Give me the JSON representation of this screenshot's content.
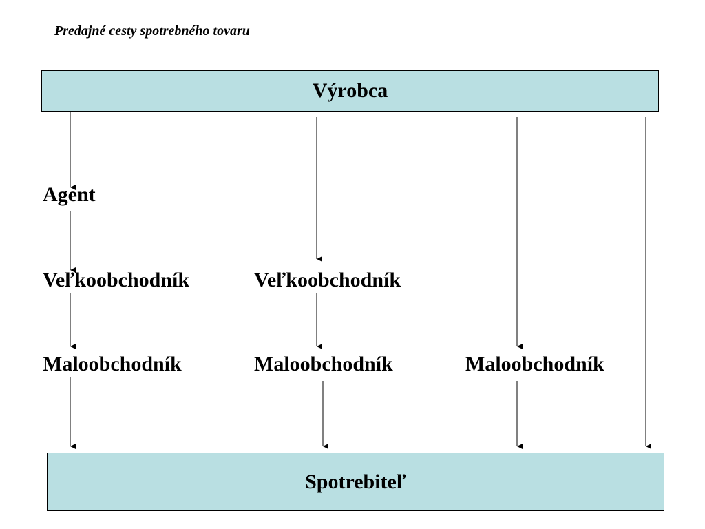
{
  "title": "Predajné cesty spotrebného tovaru",
  "colors": {
    "box_fill": "#b9dfe2",
    "line": "#000000"
  },
  "producer": "Výrobca",
  "consumer": "Spotrebiteľ",
  "channels": [
    {
      "name": "channel-1",
      "nodes": [
        "Agent",
        "Veľkoobchodník",
        "Maloobchodník"
      ]
    },
    {
      "name": "channel-2",
      "nodes": [
        "Veľkoobchodník",
        "Maloobchodník"
      ]
    },
    {
      "name": "channel-3",
      "nodes": [
        "Maloobchodník"
      ]
    },
    {
      "name": "channel-4",
      "nodes": []
    }
  ]
}
